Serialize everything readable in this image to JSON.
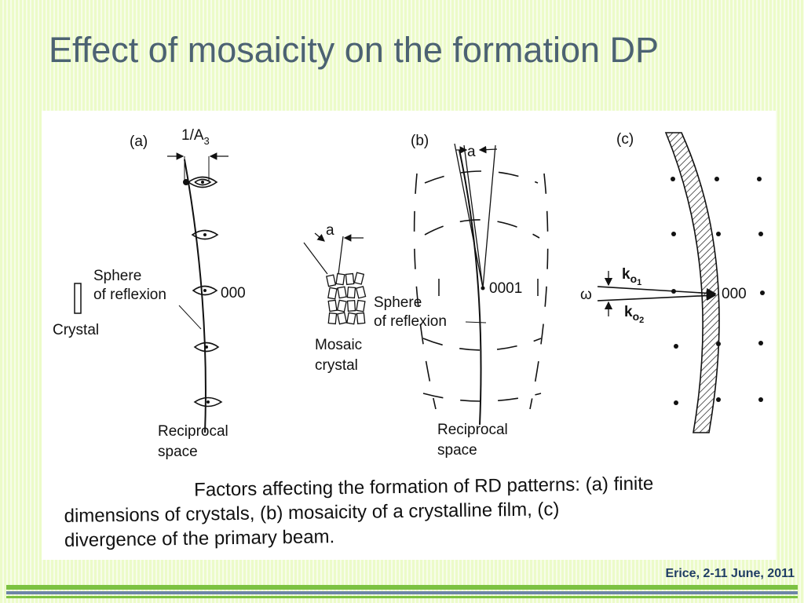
{
  "slide": {
    "title": "Effect of mosaicity on the formation DP",
    "footer": "Erice, 2-11 June, 2011"
  },
  "figure": {
    "panel_a": {
      "label": "(a)",
      "width_label_main": "1/A",
      "width_label_sub": "3",
      "origin_label": "000",
      "sphere_label_1": "Sphere",
      "sphere_label_2": "of reflexion",
      "crystal_label": "Crystal",
      "reciprocal_label_1": "Reciprocal",
      "reciprocal_label_2": "space"
    },
    "mosaic": {
      "angle_label": "a",
      "label_1": "Mosaic",
      "label_2": "crystal"
    },
    "panel_b": {
      "label": "(b)",
      "angle_label": "a",
      "origin_label": "0001",
      "sphere_label_1": "Sphere",
      "sphere_label_2": "of reflexion",
      "reciprocal_label_1": "Reciprocal",
      "reciprocal_label_2": "space"
    },
    "panel_c": {
      "label": "(c)",
      "k1_main": "k",
      "k1_sub1": "o",
      "k1_sub2": "1",
      "k2_main": "k",
      "k2_sub1": "o",
      "k2_sub2": "2",
      "omega_label": "ω",
      "origin_label": "000"
    },
    "caption_line1": "Factors affecting the formation of RD patterns:  (a) finite",
    "caption_line2": "dimensions of crystals, (b) mosaicity of a crystalline film, (c)",
    "caption_line3": "divergence of the primary beam."
  }
}
